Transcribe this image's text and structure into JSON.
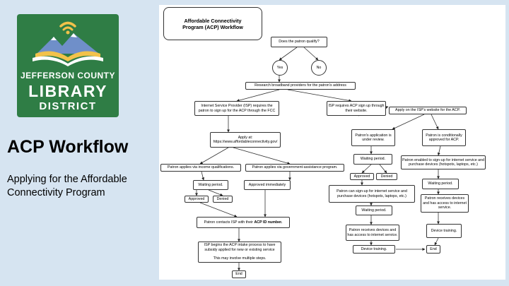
{
  "logo": {
    "line1": "JEFFERSON COUNTY",
    "line2": "LIBRARY",
    "line3": "DISTRICT"
  },
  "slide": {
    "title": "ACP Workflow",
    "subtitle": "Applying for the Affordable Connectivity Program"
  },
  "colors": {
    "logo_bg": "#2f7d45",
    "slide_bg": "#d6e4f1",
    "book_yellow": "#f2c24a",
    "mountain_blue": "#6f8fc9"
  },
  "workflow": {
    "title_line1": "Affordable Connectivity",
    "title_line2": "Program (ACP) Workflow",
    "nodes": {
      "qualify": "Does the patron qualify?",
      "yes": "Yes",
      "no": "No",
      "research": "Research broadband providers for the patron's address",
      "fcc": "Internet Service Provider (ISP) requires the patron to sign up for the ACP through the FCC",
      "isp_req": "ISP requires ACP sign up through their website.",
      "apply_fcc": "Apply at: https://www.affordableconnectivity.gov/",
      "apply_isp": "Apply on the ISP's website for the ACP.",
      "review": "Patron's application is under review.",
      "cond": "Patron is conditionally approved for ACP.",
      "income": "Patron applies via income qualifications.",
      "govt": "Patron applies via government-assistance program.",
      "wait1": "Waiting period.",
      "wait_isp": "Waiting period.",
      "approved1": "Approved",
      "denied1": "Denied",
      "approved_imm": "Approved immediately",
      "approved_isp": "Approved",
      "denied_isp": "Denied",
      "signup1": "Patron can sign-up for internet service and purchase devices (hotspots, laptops, etc.)",
      "enabled": "Patron enabled to sign-up for internet service and purchase devices (hotspots, laptops, etc.)",
      "wait2": "Waiting period.",
      "wait3": "Waiting period.",
      "contact_pre": "Patron contacts ISP with their ",
      "contact_bold": "ACP ID number.",
      "receives1": "Patron receives devices and has access to internet service.",
      "receives2": "Patron receives devices and has access to internet service.",
      "intake_1": "ISP begins the ACP intake process to have subsidy applied for new or existing service",
      "intake_2": "This may involve multiple steps.",
      "training1": "Device training.",
      "training2": "Device training.",
      "end1": "End",
      "end2": "End"
    }
  }
}
